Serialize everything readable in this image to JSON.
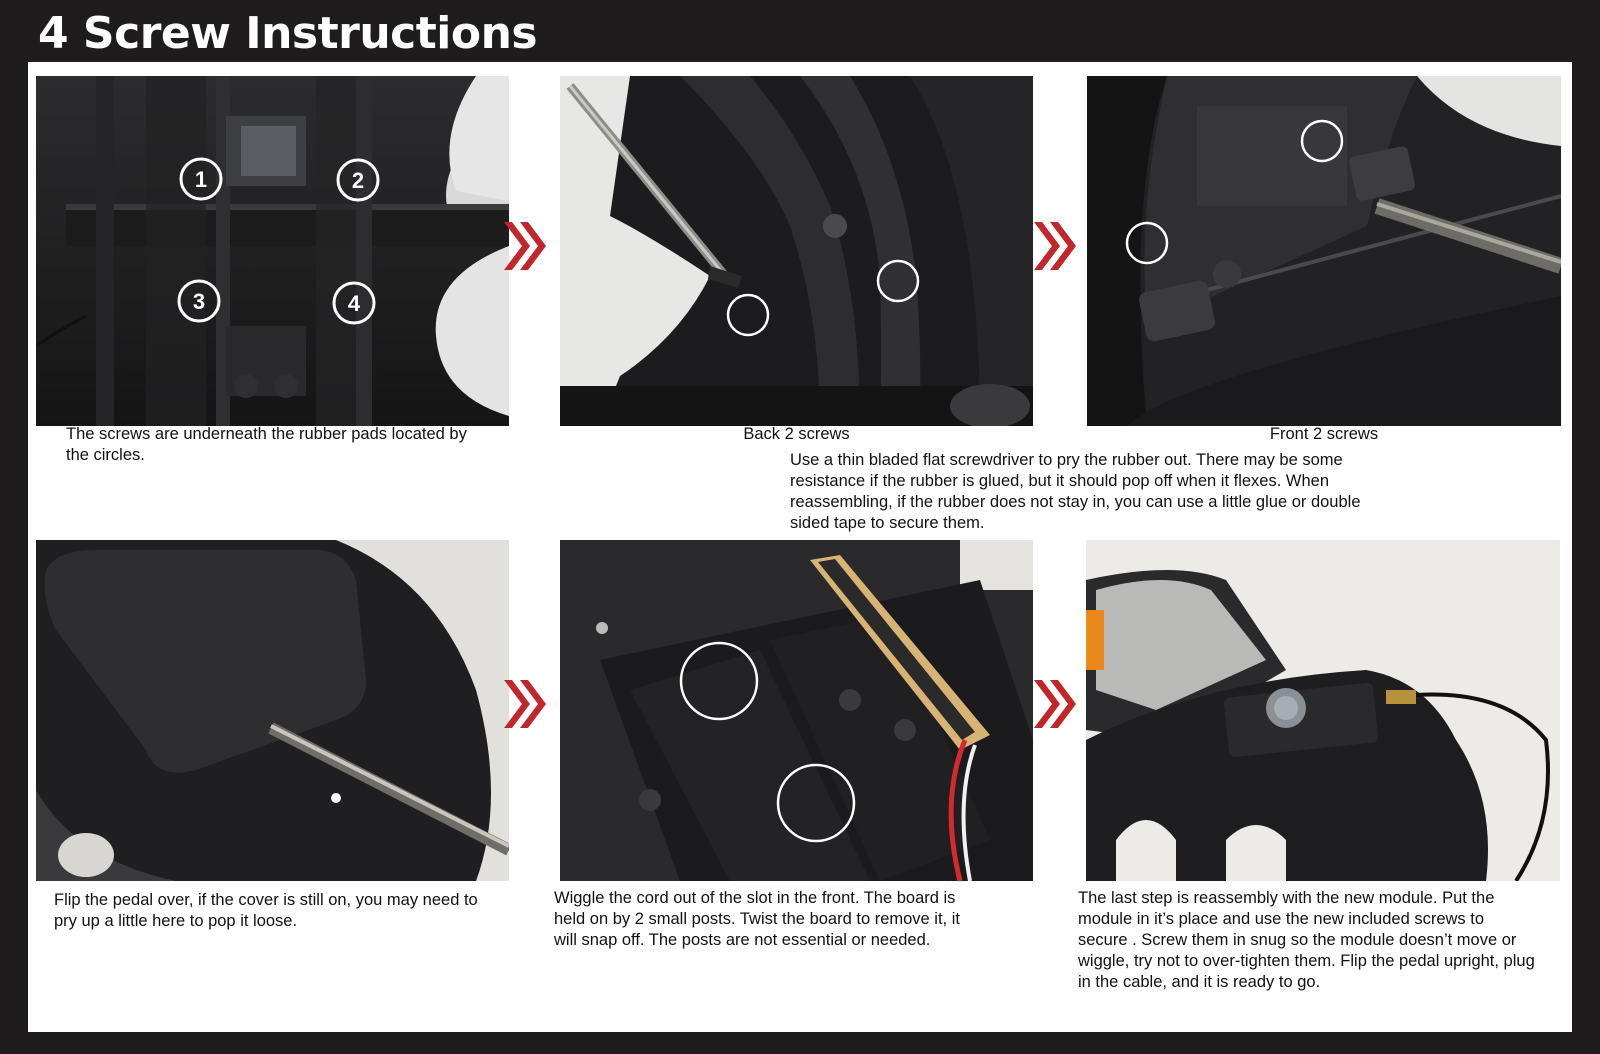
{
  "title": "4 Screw Instructions",
  "accent_color": "#c0272d",
  "steps": [
    {
      "caption": "The screws are underneath the rubber pads located by the circles.",
      "markers": [
        "1",
        "2",
        "3",
        "4"
      ]
    },
    {
      "caption": "Back 2 screws"
    },
    {
      "caption": "Front 2 screws"
    },
    {
      "caption": "Flip the pedal over, if the cover is still on, you may need to pry up a little here to pop it loose."
    },
    {
      "caption": "Wiggle the cord out of the slot in the front. The board is held on by 2 small posts. Twist the board to remove it, it will snap off. The posts are not essential or needed."
    },
    {
      "caption": "The last step is reassembly with the new module. Put the module in it’s place and use the new included screws to secure . Screw them in snug so the module doesn’t move or wiggle, try not to over-tighten them. Flip the pedal upright, plug in the cable, and it is ready to go."
    }
  ],
  "rubber_note": "Use a thin bladed flat screwdriver to pry the rubber out. There may be some resistance if the rubber is glued, but it should pop off when it flexes. When reassembling, if the rubber does not stay in, you can use a little glue or double sided tape to secure them.",
  "icons": [
    "double-chevron-right-icon"
  ]
}
